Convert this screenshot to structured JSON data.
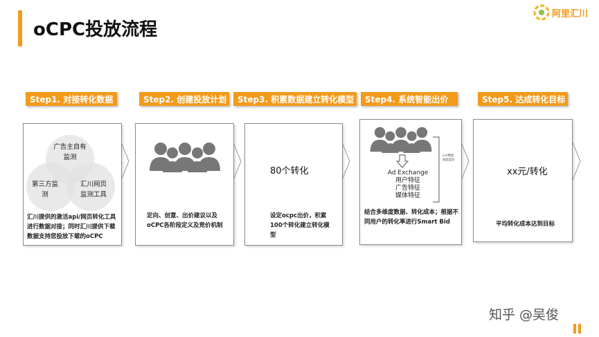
{
  "header": {
    "title": "oCPC投放流程",
    "logo_text": "阿里汇川",
    "accent_color": "#f39a1b"
  },
  "steps": [
    {
      "label": "Step1. 对接转化数据",
      "circles": [
        "广告主自有\n监测",
        "第三方监\n测",
        "汇川网页\n监测工具"
      ],
      "desc": "汇川提供的激活api/网页转化工具进行数据对接；同时汇川提供下载数据支持您投放下载的oCPC"
    },
    {
      "label": "Step2. 创建投放计划",
      "icon": "people-group-icon",
      "desc": "定向、创意、出价建议以及oCPC各阶段定义及竞价机制"
    },
    {
      "label": "Step3. 积累数据建立转化模型",
      "value": "80个转化",
      "desc": "设定ocpc出价，积累100个转化建立转化模型"
    },
    {
      "label": "Step4. 系统智能出价",
      "icon": "people-group-icon",
      "exchange_title": "Ad Exchange",
      "features": [
        "用户特征",
        "广告特征",
        "媒体特征"
      ],
      "side_note": "cvr预估\n动态出价",
      "desc": "结合多维度数据、转化成本；根据不同用户的转化率进行Smart Bid"
    },
    {
      "label": "Step5. 达成转化目标",
      "value": "xx元/转化",
      "desc": "平均转化成本达到目标"
    }
  ],
  "watermark": "知乎 @吴俊"
}
